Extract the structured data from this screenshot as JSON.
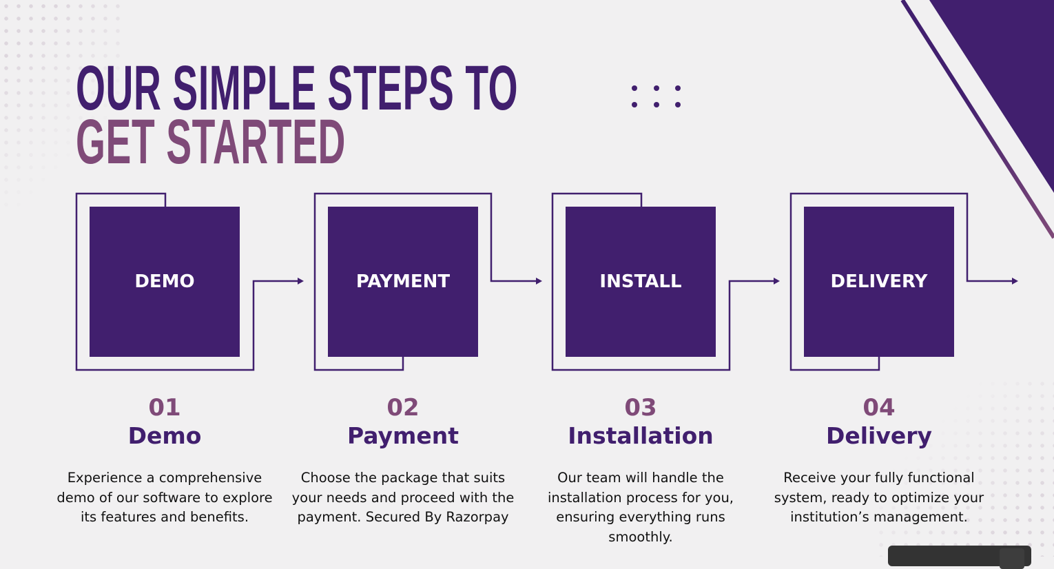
{
  "title": {
    "line1": "OUR SIMPLE STEPS TO",
    "line2": "GET STARTED"
  },
  "colors": {
    "primary": "#411f6e",
    "accent": "#7f4a78",
    "background": "#f1f0f1"
  },
  "steps": [
    {
      "label": "DEMO",
      "number": "01",
      "name": "Demo",
      "description": "Experience a comprehensive demo of our software to explore its features and benefits."
    },
    {
      "label": "PAYMENT",
      "number": "02",
      "name": "Payment",
      "description": "Choose the package that suits your needs and proceed with the payment. Secured By Razorpay"
    },
    {
      "label": "INSTALL",
      "number": "03",
      "name": "Installation",
      "description": "Our team will handle the installation process for you, ensuring everything runs smoothly."
    },
    {
      "label": "DELIVERY",
      "number": "04",
      "name": "Delivery",
      "description": "Receive your fully functional system, ready to optimize your institution’s management."
    }
  ]
}
